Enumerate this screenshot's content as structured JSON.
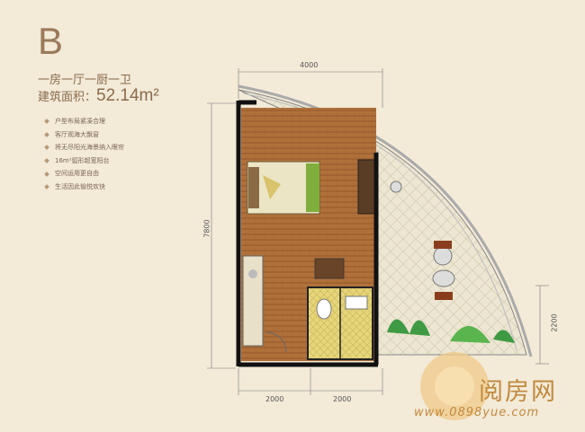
{
  "unit": {
    "letter": "B",
    "type": "一房一厅一厨一卫",
    "area_label": "建筑面积：",
    "area_value": "52.14m²"
  },
  "features": [
    "户型布局紧凑合理",
    "客厅观海大飘窗",
    "将无尽阳光海景纳入眼帘",
    "16m²弧形超宽阳台",
    "空间运用更自由",
    "生活因此愉悦欢快"
  ],
  "dimensions": {
    "top": "4000",
    "left": "7800",
    "bottom_1": "2000",
    "bottom_2": "2000",
    "right": "2200"
  },
  "watermark": {
    "name": "阅房网",
    "url": "www.0898yue.com"
  },
  "colors": {
    "background": "#f3ead8",
    "title": "#9a7a5a",
    "floor_wood": "#b0703a",
    "balcony_tile": "#e8e2cf",
    "wall": "#1a1a1a",
    "watermark": "#c08a3e"
  }
}
